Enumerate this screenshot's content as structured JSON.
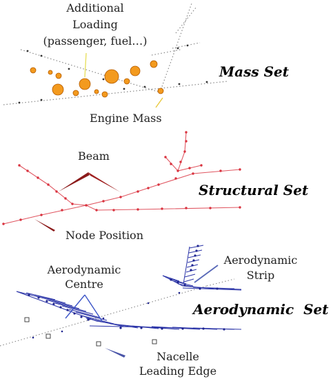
{
  "panels": {
    "mass": {
      "title": "Mass Set",
      "labels": {
        "additional_1": "Additional",
        "additional_2": "Loading",
        "additional_3": "(passenger, fuel…)",
        "engine": "Engine Mass"
      }
    },
    "structural": {
      "title": "Structural Set",
      "labels": {
        "beam": "Beam",
        "node": "Node Position"
      }
    },
    "aero": {
      "title": "Aerodynamic  Set",
      "labels": {
        "centre_1": "Aerodynamic",
        "centre_2": "Centre",
        "strip_1": "Aerodynamic",
        "strip_2": "Strip",
        "nacelle_1": "Nacelle",
        "nacelle_2": "Leading Edge"
      }
    }
  },
  "colors": {
    "mass_fill": "#f39a1e",
    "mass_stroke": "#b35a00",
    "dotted_line": "#888888",
    "structural": "#d9333f",
    "beam_pointer": "#8b1a1a",
    "aero": "#2b34a8",
    "aero_light": "#7b80c8"
  }
}
